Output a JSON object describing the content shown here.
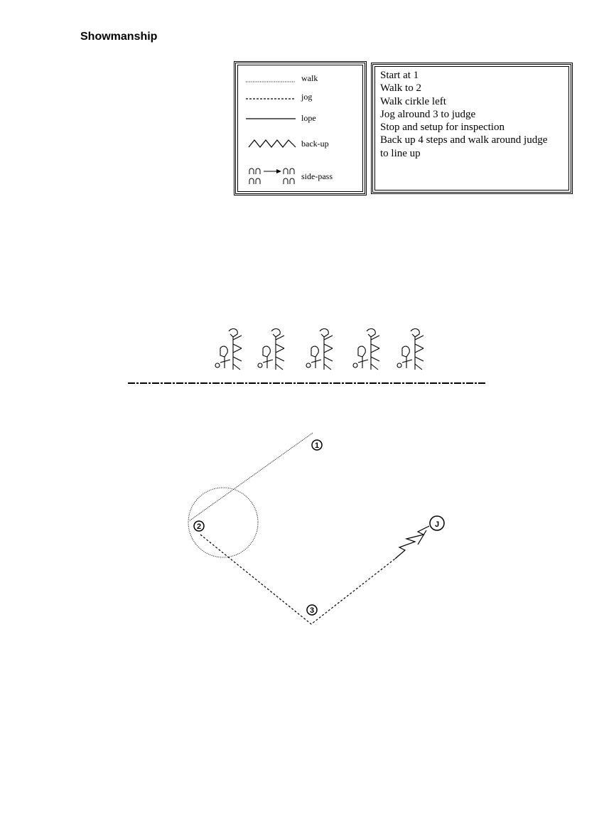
{
  "title": "Showmanship",
  "legend": [
    {
      "label": "walk",
      "line": "walk-dotted"
    },
    {
      "label": "jog",
      "line": "jog-dashed"
    },
    {
      "label": "lope",
      "line": "lope-solid"
    },
    {
      "label": "back-up",
      "line": "backup-zigzag"
    },
    {
      "label": "side-pass",
      "line": "sidepass-arrow"
    }
  ],
  "steps": [
    "Start at 1",
    "Walk to 2",
    "Walk cirkle left",
    "Jog alround 3 to judge",
    "Stop and setup for inspection",
    "Back up 4 steps and walk around judge",
    "to line up"
  ],
  "markers": {
    "m1": "1",
    "m2": "2",
    "m3": "3",
    "judge": "J"
  }
}
